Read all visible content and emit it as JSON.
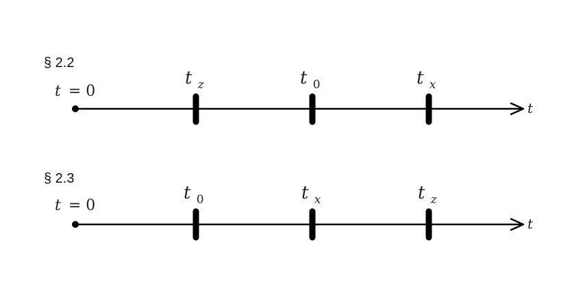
{
  "timelines": [
    {
      "section": "§ 2.2",
      "origin_label": {
        "var": "t",
        "eq": "= 0"
      },
      "axis_label": "t",
      "ticks": [
        {
          "base": "t",
          "sub": "z"
        },
        {
          "base": "t",
          "sub": "0"
        },
        {
          "base": "t",
          "sub": "x"
        }
      ]
    },
    {
      "section": "§ 2.3",
      "origin_label": {
        "var": "t",
        "eq": "= 0"
      },
      "axis_label": "t",
      "ticks": [
        {
          "base": "t",
          "sub": "0"
        },
        {
          "base": "t",
          "sub": "x"
        },
        {
          "base": "t",
          "sub": "z"
        }
      ]
    }
  ]
}
